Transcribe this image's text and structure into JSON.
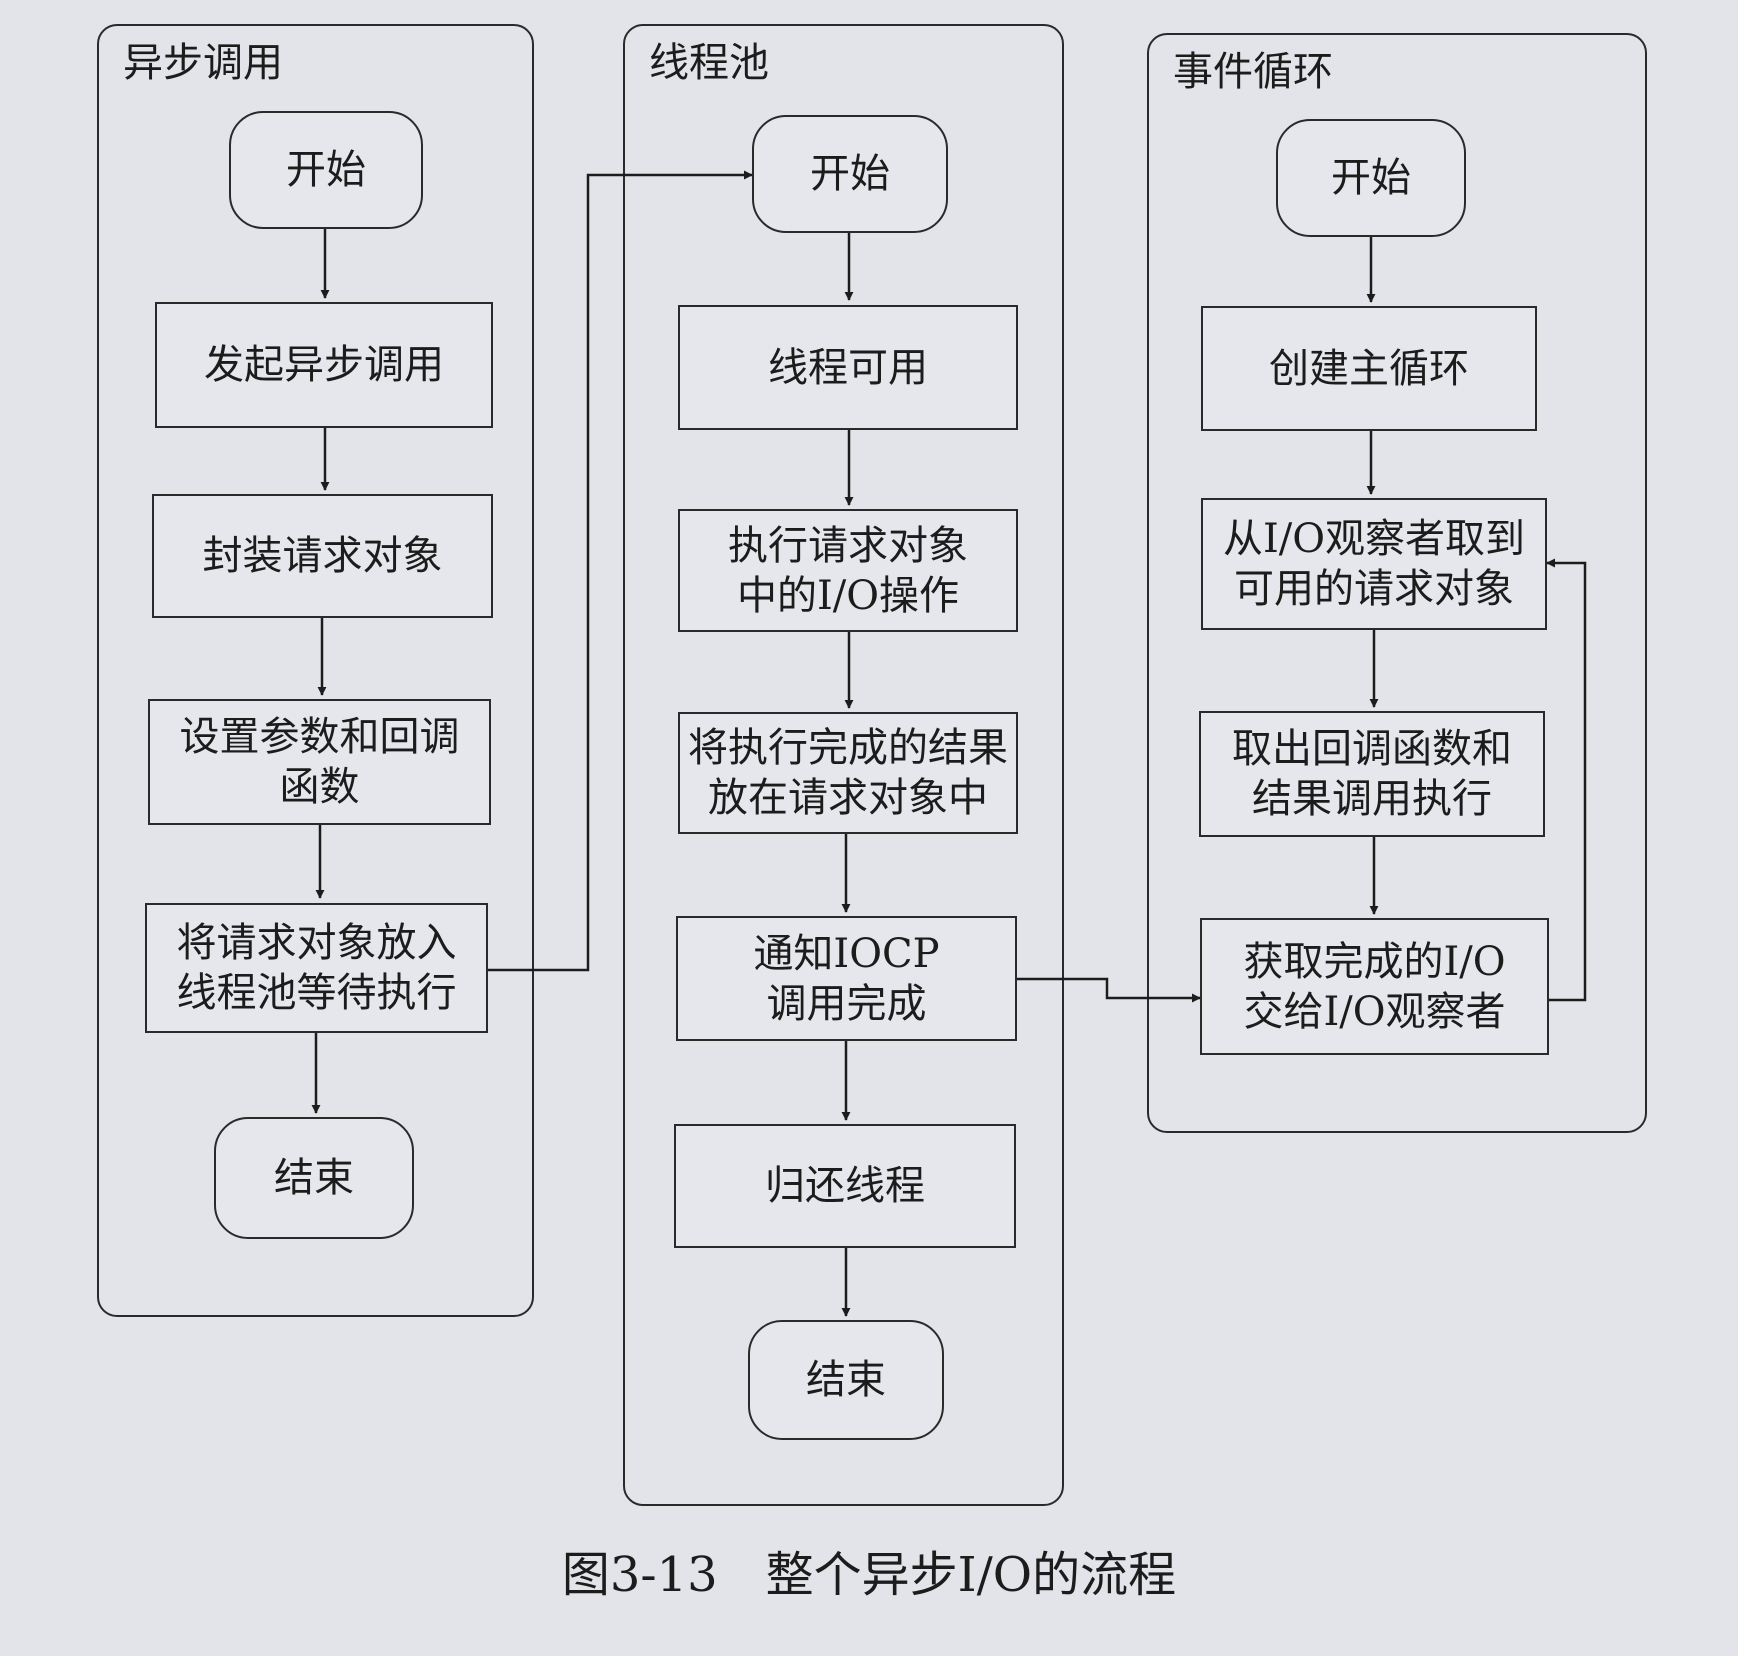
{
  "lanes": {
    "async_call": {
      "title": "异步调用",
      "start": "开始",
      "step1": "发起异步调用",
      "step2": "封装请求对象",
      "step3": [
        "设置参数和回调",
        "函数"
      ],
      "step4": [
        "将请求对象放入",
        "线程池等待执行"
      ],
      "end": "结束"
    },
    "thread_pool": {
      "title": "线程池",
      "start": "开始",
      "step1": "线程可用",
      "step2": [
        "执行请求对象",
        "中的I/O操作"
      ],
      "step3": [
        "将执行完成的结果",
        "放在请求对象中"
      ],
      "step4": [
        "通知IOCP",
        "调用完成"
      ],
      "step5": "归还线程",
      "end": "结束"
    },
    "event_loop": {
      "title": "事件循环",
      "start": "开始",
      "step1": "创建主循环",
      "step2": [
        "从I/O观察者取到",
        "可用的请求对象"
      ],
      "step3": [
        "取出回调函数和",
        "结果调用执行"
      ],
      "step4": [
        "获取完成的I/O",
        "交给I/O观察者"
      ]
    }
  },
  "caption": "图3-13　整个异步I/O的流程"
}
